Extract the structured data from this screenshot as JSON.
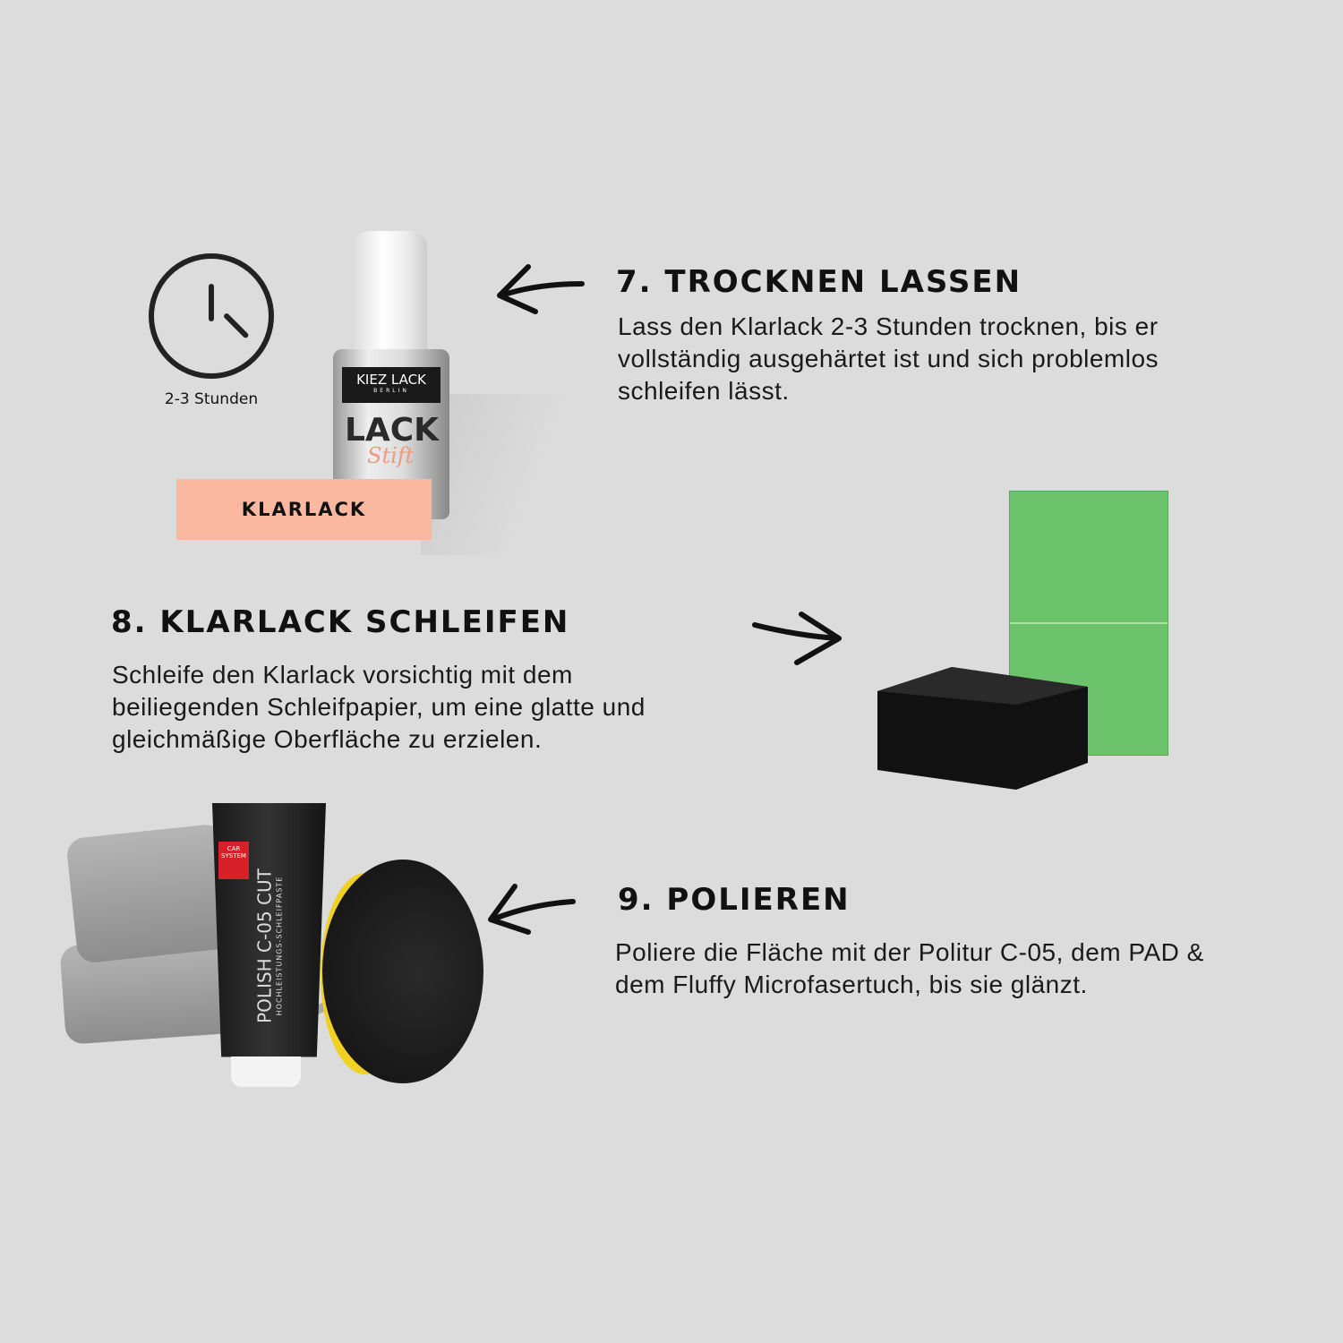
{
  "step7": {
    "title": "7. TROCKNEN LASSEN",
    "text": "Lass den Klarlack 2-3 Stunden trocknen, bis er vollständig ausgehärtet ist und sich problemlos schleifen lässt.",
    "clock_label": "2-3 Stunden",
    "badge": "KLARLACK",
    "product": {
      "brand": "KIEZ LACK",
      "brand_sub": "BERLIN",
      "name": "LACK",
      "script": "Stift"
    }
  },
  "step8": {
    "title": "8. KLARLACK SCHLEIFEN",
    "text": "Schleife den Klarlack vorsichtig mit dem beiliegenden Schleifpapier, um eine glatte und gleichmäßige Oberfläche zu erzielen."
  },
  "step9": {
    "title": "9. POLIEREN",
    "text": "Poliere die Fläche mit der Politur C-05, dem PAD & dem Fluffy Microfasertuch, bis sie glänzt.",
    "product": {
      "brand": "CAR SYSTEM",
      "name": "POLISH C-05 CUT",
      "sub": "HOCHLEISTUNGS-SCHLEIFPASTE"
    }
  },
  "colors": {
    "background": "#dcdcdc",
    "badge": "#fbb8a0",
    "sandpaper": "#6cc36c"
  }
}
